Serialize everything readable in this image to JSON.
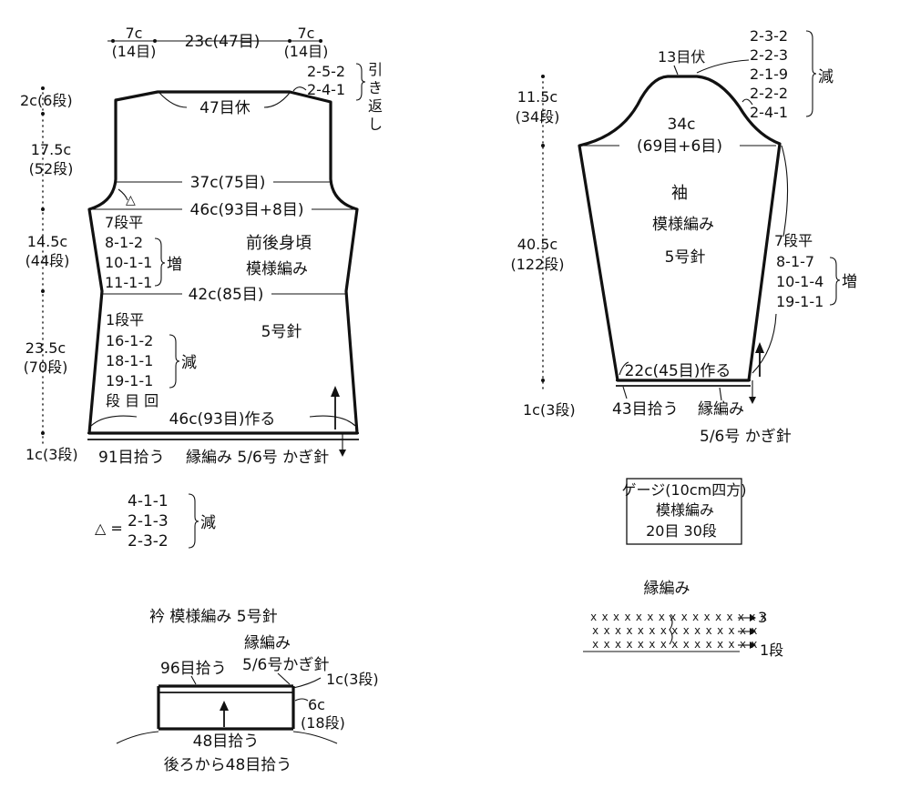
{
  "body": {
    "top_left_w": "7c",
    "top_left_s": "(14目)",
    "top_mid": "23c(47目)",
    "top_right_w": "7c",
    "top_right_s": "(14目)",
    "shoulder_1": "2-5-2",
    "shoulder_2": "2-4-1",
    "hikikaeshi_1": "引",
    "hikikaeshi_2": "き",
    "hikikaeshi_3": "返",
    "hikikaeshi_4": "し",
    "neck_rest": "47目休",
    "h_shoulder": "2c(6段)",
    "h_armhole_c": "17.5c",
    "h_armhole_r": "(52段)",
    "w_chest": "37c(75目)",
    "triangle": "△",
    "w_bust": "46c(93目+8目)",
    "inc_flat": "7段平",
    "inc_1": "8-1-2",
    "inc_2": "10-1-1",
    "inc_3": "11-1-1",
    "inc_word": "増",
    "h_mid_c": "14.5c",
    "h_mid_r": "(44段)",
    "title": "前後身頃",
    "pattern": "模様編み",
    "w_waist": "42c(85目)",
    "dec_flat": "1段平",
    "dec_1": "16-1-2",
    "dec_2": "18-1-1",
    "dec_3": "19-1-1",
    "dec_4": "段 目 回",
    "dec_word": "減",
    "needle": "5号針",
    "h_low_c": "23.5c",
    "h_low_r": "(70段)",
    "w_cast": "46c(93目)作る",
    "h_border": "1c(3段)",
    "pick_up": "91目拾う",
    "border": "縁編み 5/6号 かぎ針"
  },
  "triangle_note": {
    "symbol": "△ =",
    "row1": "4-1-1",
    "row2": "2-1-3",
    "row3": "2-3-2",
    "word": "減"
  },
  "collar": {
    "title": "衿 模様編み 5号針",
    "border_1": "縁編み",
    "border_2": "5/6号かぎ針",
    "pick_top": "96目拾う",
    "h_border": "1c(3段)",
    "h_main_c": "6c",
    "h_main_r": "(18段)",
    "pick_bottom": "48目拾う",
    "pick_back": "後ろから48目拾う"
  },
  "sleeve": {
    "top_sts": "13目伏",
    "dec_1": "2-3-2",
    "dec_2": "2-2-3",
    "dec_3": "2-1-9",
    "dec_4": "2-2-2",
    "dec_5": "2-4-1",
    "dec_word": "減",
    "h_cap_c": "11.5c",
    "h_cap_r": "(34段)",
    "w_top_c": "34c",
    "w_top_s": "(69目+6目)",
    "title": "袖",
    "pattern": "模様編み",
    "needle": "5号針",
    "h_body_c": "40.5c",
    "h_body_r": "(122段)",
    "inc_flat": "7段平",
    "inc_1": "8-1-7",
    "inc_2": "10-1-4",
    "inc_3": "19-1-1",
    "inc_word": "増",
    "w_cuff": "22c(45目)作る",
    "h_border": "1c(3段)",
    "pick_up": "43目拾う",
    "border_1": "縁編み",
    "border_2": "5/6号 かぎ針"
  },
  "gauge": {
    "title": "ゲージ(10cm四方)",
    "pattern": "模様編み",
    "count": "20目 30段"
  },
  "edge": {
    "title": "縁編み",
    "row_top": "3",
    "row_bottom": "1段",
    "sym_row3": "x x x x x x x x x x x x x x x x",
    "sym_row2": "x x x x x x x x x x x x x x x",
    "sym_row1": "x x x x x x x x x x x x x x x"
  }
}
